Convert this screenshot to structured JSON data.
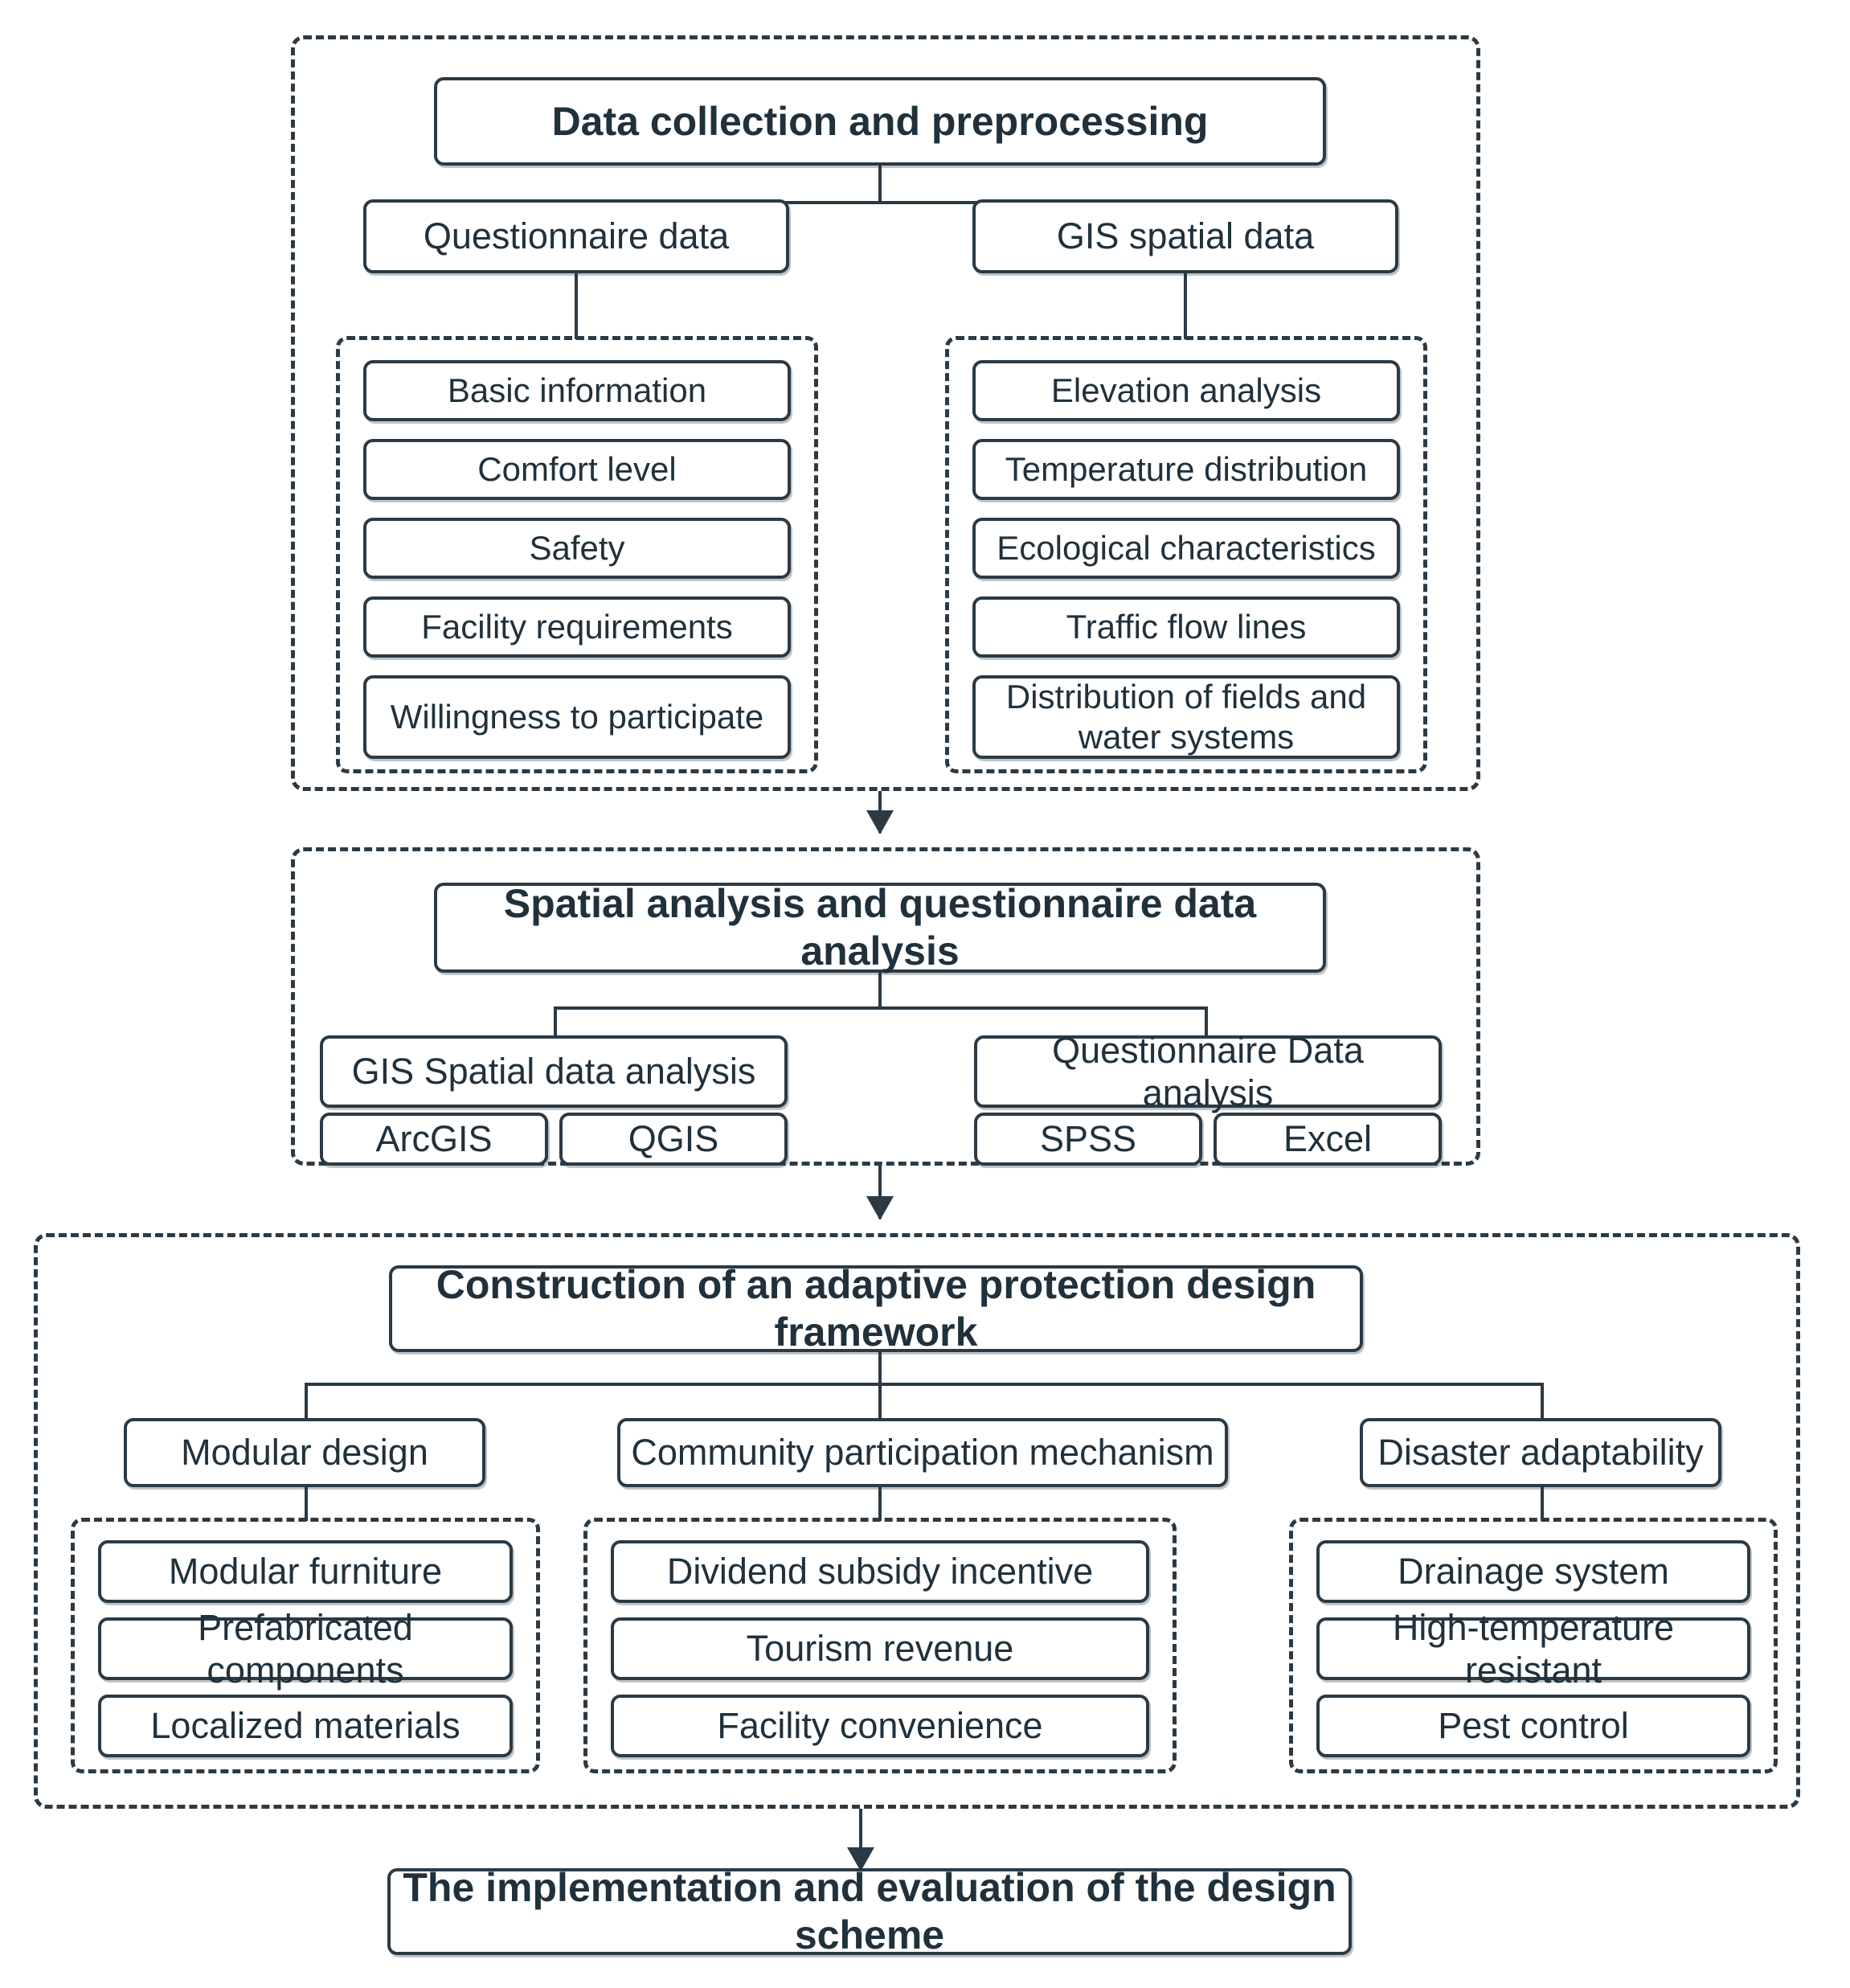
{
  "diagram": {
    "title": "Adaptive protection design research framework flowchart",
    "accent_color": "#2b3a45",
    "background_color": "#ffffff"
  },
  "stage1": {
    "title": "Data collection and preprocessing",
    "branches": [
      {
        "label": "Questionnaire data"
      },
      {
        "label": "GIS spatial data"
      }
    ],
    "questionnaire_items": [
      "Basic information",
      "Comfort level",
      "Safety",
      "Facility requirements",
      "Willingness to participate"
    ],
    "gis_items": [
      "Elevation analysis",
      "Temperature distribution",
      "Ecological characteristics",
      "Traffic flow lines",
      "Distribution of fields and water systems"
    ]
  },
  "stage2": {
    "title": "Spatial analysis and questionnaire data analysis",
    "left": {
      "label": "GIS Spatial data analysis",
      "tools": [
        "ArcGIS",
        "QGIS"
      ]
    },
    "right": {
      "label": "Questionnaire Data analysis",
      "tools": [
        "SPSS",
        "Excel"
      ]
    }
  },
  "stage3": {
    "title": "Construction of an adaptive protection design framework",
    "columns": [
      {
        "label": "Modular design",
        "items": [
          "Modular furniture",
          "Prefabricated components",
          "Localized materials"
        ]
      },
      {
        "label": "Community participation mechanism",
        "items": [
          "Dividend subsidy incentive",
          "Tourism revenue",
          "Facility convenience"
        ]
      },
      {
        "label": "Disaster adaptability",
        "items": [
          "Drainage system",
          "High-temperature resistant",
          "Pest control"
        ]
      }
    ]
  },
  "stage4": {
    "title": "The implementation and evaluation of the design scheme"
  }
}
